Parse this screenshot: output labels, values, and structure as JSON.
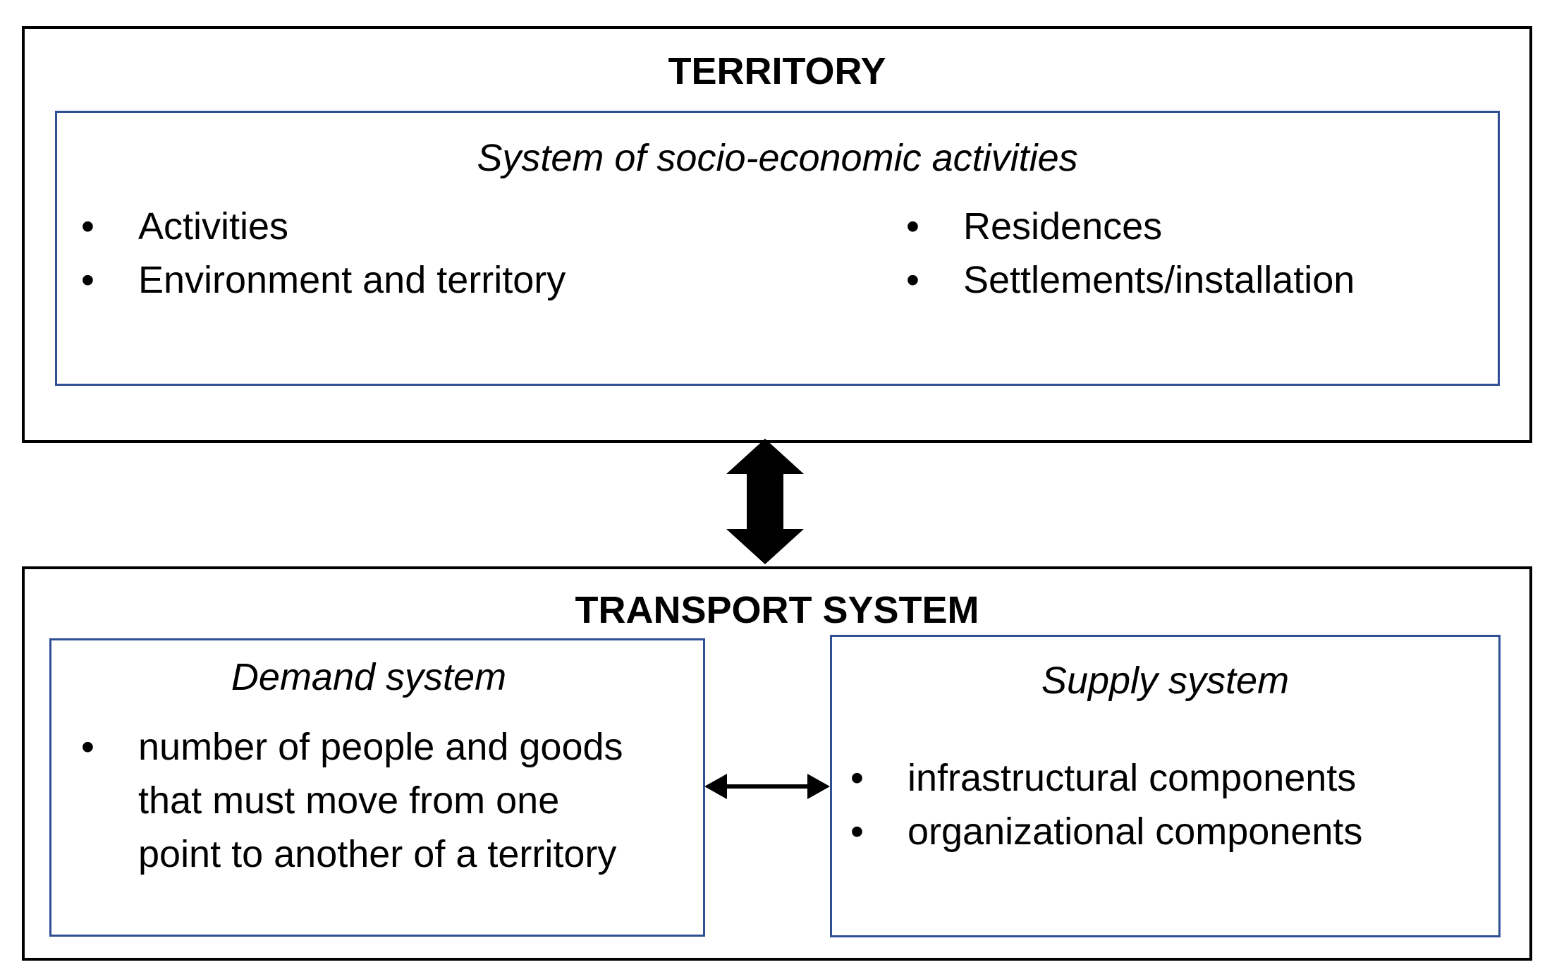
{
  "territory": {
    "title": "TERRITORY",
    "socio_economic": {
      "title": "System of socio-economic activities",
      "left_items": [
        "Activities",
        "Environment and territory"
      ],
      "right_items": [
        "Residences",
        "Settlements/installation"
      ]
    }
  },
  "transport": {
    "title": "TRANSPORT SYSTEM",
    "demand": {
      "title": "Demand system",
      "item_lines": [
        "number of people and goods",
        "that must move from one",
        "point to another of a territory"
      ]
    },
    "supply": {
      "title": "Supply system",
      "items": [
        "infrastructural components",
        "organizational components"
      ]
    }
  },
  "bullet_glyph": "•",
  "colors": {
    "outer_border": "#000000",
    "inner_border": "#2e4f96",
    "arrow": "#000000"
  }
}
